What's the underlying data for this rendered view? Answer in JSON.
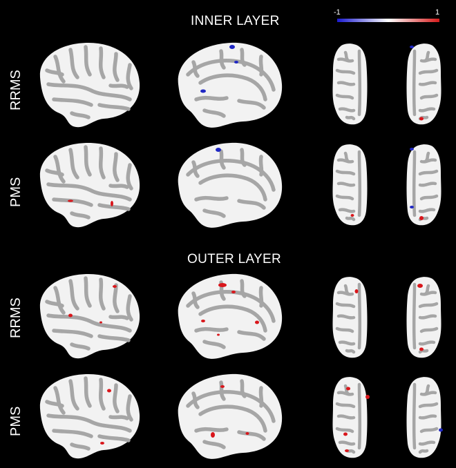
{
  "titles": {
    "inner": "INNER LAYER",
    "outer": "OUTER LAYER"
  },
  "row_labels": {
    "r1": "RRMS",
    "r2": "PMS",
    "r3": "RRMS",
    "r4": "PMS"
  },
  "colorbar": {
    "min": "-1",
    "max": "1",
    "low_color": "#1a1ad0",
    "mid_color": "#ffffff",
    "high_color": "#d61a1a"
  },
  "colors": {
    "background": "#000000",
    "cortex_light": "#f2f2f2",
    "cortex_dark": "#a6a6a6",
    "positive": "#d9161b",
    "negative": "#1f27c4"
  }
}
